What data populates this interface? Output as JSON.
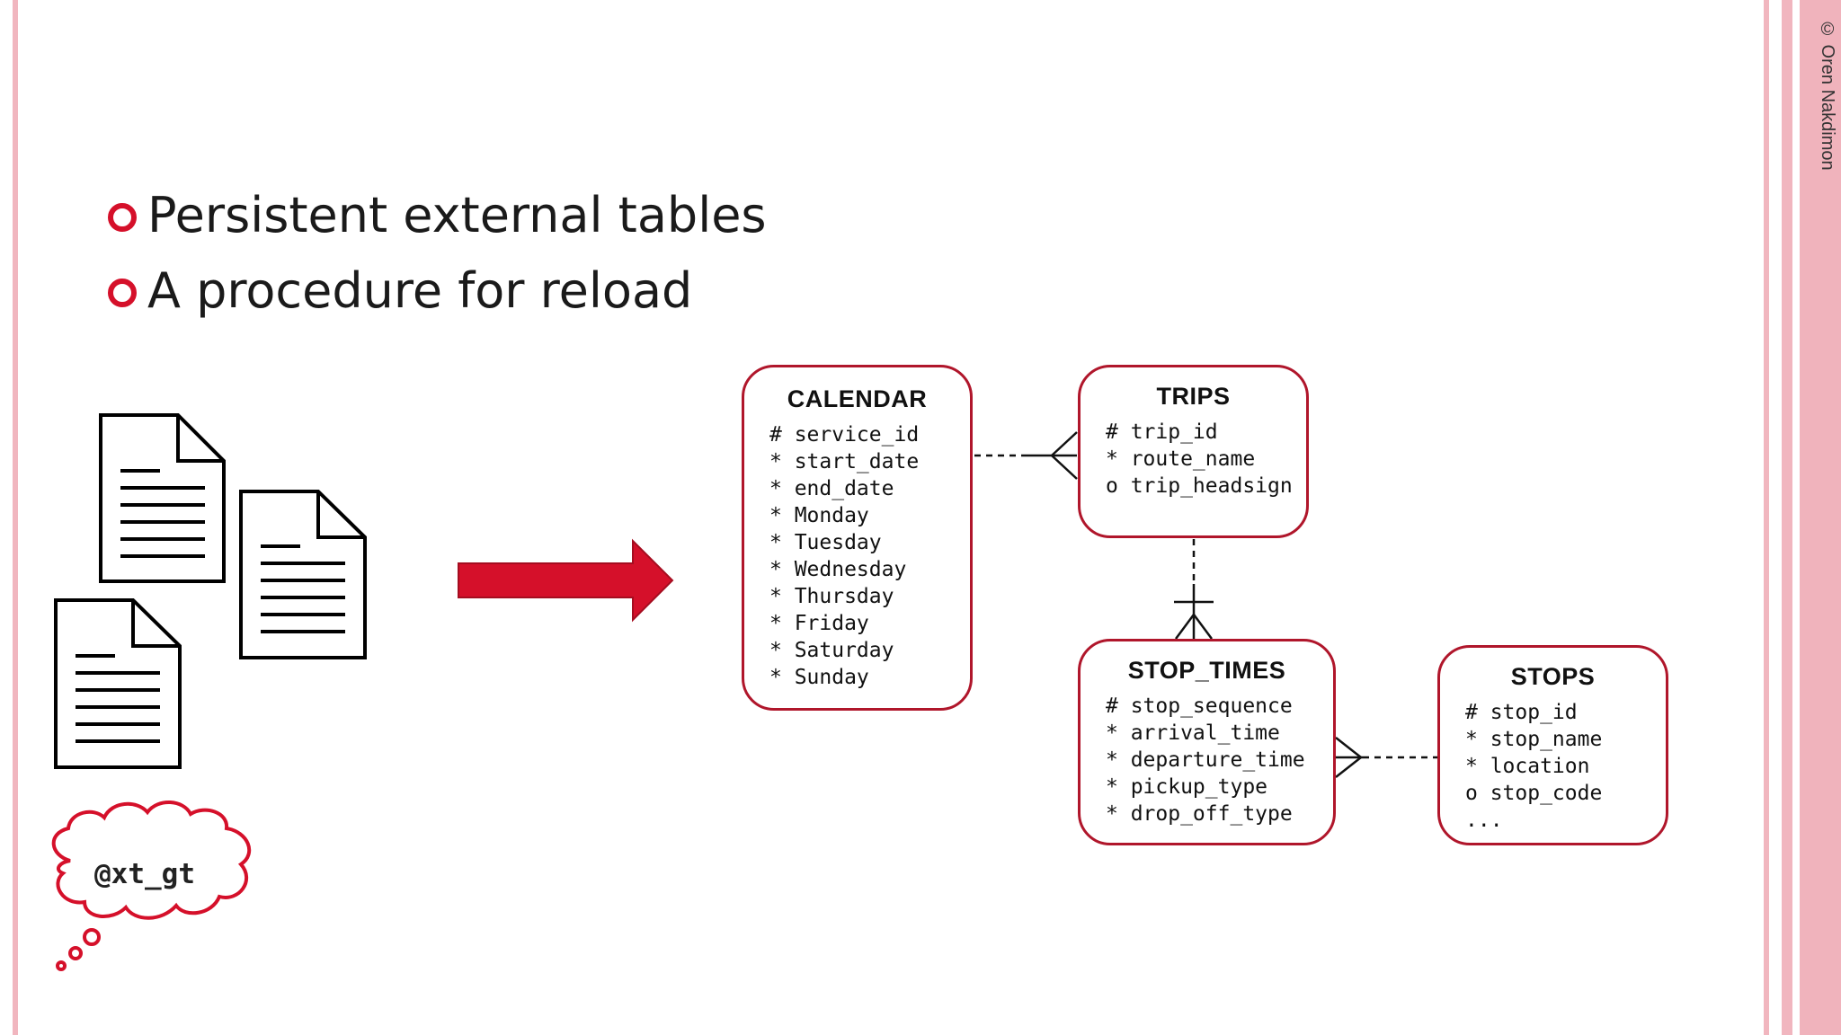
{
  "copyright": "© Oren Nakdimon",
  "bullets": [
    "Persistent external tables",
    "A procedure for reload"
  ],
  "handle": "@xt_gt",
  "colors": {
    "accent": "#d5102a",
    "entity_border": "#b0162b",
    "side_band": "#f1b6bf"
  },
  "entities": {
    "calendar": {
      "title": "CALENDAR",
      "attributes": [
        "# service_id",
        "* start_date",
        "* end_date",
        "* Monday",
        "* Tuesday",
        "* Wednesday",
        "* Thursday",
        "* Friday",
        "* Saturday",
        "* Sunday"
      ]
    },
    "trips": {
      "title": "TRIPS",
      "attributes": [
        "# trip_id",
        "* route_name",
        "o trip_headsign"
      ]
    },
    "stop_times": {
      "title": "STOP_TIMES",
      "attributes": [
        "# stop_sequence",
        "* arrival_time",
        "* departure_time",
        "* pickup_type",
        "* drop_off_type"
      ]
    },
    "stops": {
      "title": "STOPS",
      "attributes": [
        "# stop_id",
        "* stop_name",
        "* location",
        "o stop_code",
        "..."
      ]
    }
  }
}
